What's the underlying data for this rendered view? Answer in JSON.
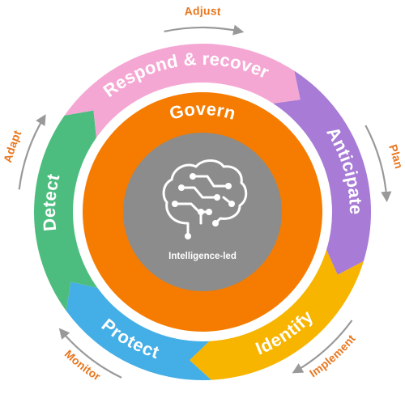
{
  "diagram": {
    "core": {
      "label": "Govern",
      "sublabel": "Intelligence-led",
      "icon": "brain-circuit-icon"
    },
    "colors": {
      "core_ring": "#F57C00",
      "center_disc": "#8C8C8C",
      "arrows": "#999999",
      "outer_text": "#E8771F",
      "icon": "#FFFFFF"
    },
    "segments": [
      {
        "label": "Anticipate",
        "color": "#A77BD6"
      },
      {
        "label": "Identify",
        "color": "#F7B500"
      },
      {
        "label": "Protect",
        "color": "#44AEE6"
      },
      {
        "label": "Detect",
        "color": "#4DBD7F"
      },
      {
        "label": "Respond & recover",
        "color": "#F5A7D4"
      }
    ],
    "transitions": [
      {
        "label": "Adjust"
      },
      {
        "label": "Plan"
      },
      {
        "label": "Implement"
      },
      {
        "label": "Monitor"
      },
      {
        "label": "Adapt"
      }
    ]
  }
}
